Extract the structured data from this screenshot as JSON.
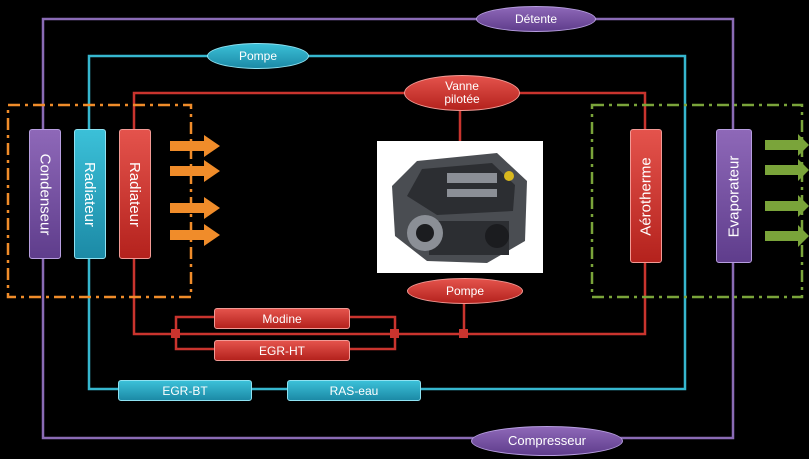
{
  "components": {
    "detente": "Détente",
    "pompe_top": "Pompe",
    "vanne_line1": "Vanne",
    "vanne_line2": "pilotée",
    "condenseur": "Condenseur",
    "radiateur_1": "Radiateur",
    "radiateur_2": "Radiateur",
    "aerotherme": "Aérotherme",
    "evaporateur": "Evaporateur",
    "pompe_mid": "Pompe",
    "modine": "Modine",
    "egr_ht": "EGR-HT",
    "egr_bt": "EGR-BT",
    "ras_eau": "RAS-eau",
    "compresseur": "Compresseur"
  },
  "colors": {
    "background": "#000000",
    "purple_loop": "#8a6bb5",
    "teal_loop": "#36b7cf",
    "red_loop": "#c9342e",
    "orange_zone": "#f08c2a",
    "green_zone": "#7aa43a"
  },
  "icons": {
    "engine": "engine-image",
    "arrows_left": "orange-heat-arrows",
    "arrows_right": "green-heat-arrows"
  }
}
